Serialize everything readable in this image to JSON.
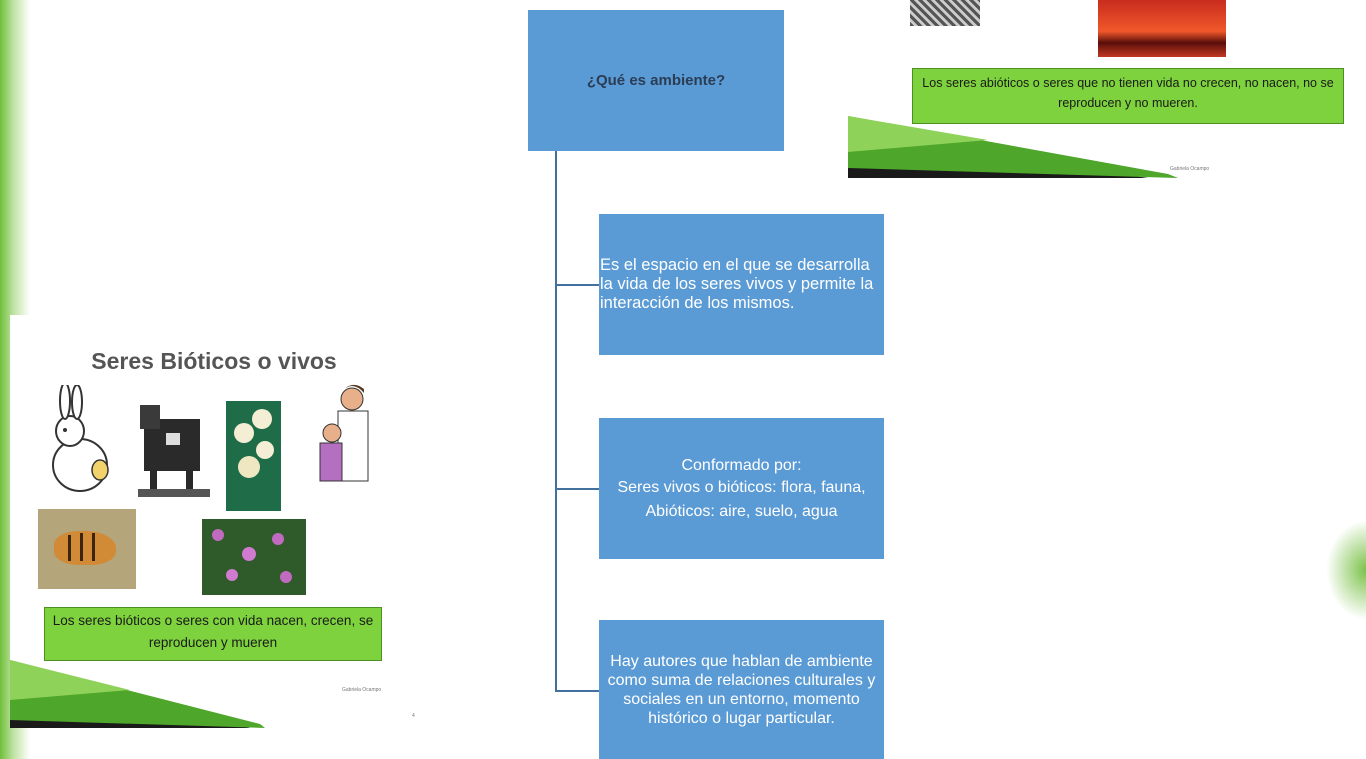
{
  "chart": {
    "root": "¿Qué es ambiente?",
    "box1": "Es el espacio en el que se desarrolla  la vida de los seres vivos  y permite la interacción de los mismos.",
    "box2_title": "Conformado por:",
    "box2_line1": "Seres vivos  o bióticos: flora, fauna,",
    "box2_line2": "Abióticos: aire, suelo, agua",
    "box3": "Hay autores que hablan de ambiente como suma de relaciones culturales y sociales en un entorno, momento  histórico o lugar particular."
  },
  "slide_left": {
    "title": "Seres Bióticos o vivos",
    "caption": "Los seres bióticos o seres con  vida  nacen, crecen, se reproducen y mueren",
    "footer_text": "Gabriela Ocampo",
    "page_number": "4"
  },
  "slide_top_right": {
    "caption": "Los seres abióticos o seres  que no tienen vida no crecen, no  nacen, no se reproducen y no mueren.",
    "footer_text": "Gabriela Ocampo"
  },
  "colors": {
    "box_blue": "#5b9bd5",
    "connector": "#41719c",
    "caption_green": "#7ed23d"
  }
}
